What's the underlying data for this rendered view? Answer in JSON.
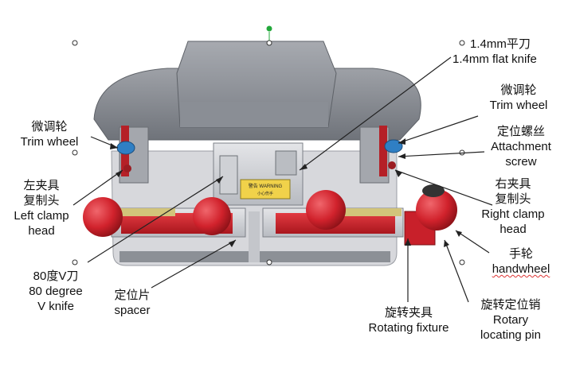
{
  "colors": {
    "body_grey": "#9a9da3",
    "dark_grey": "#6e7278",
    "steel": "#c9cbd0",
    "red_clamp": "#c8202a",
    "red_knob": "#d5262f",
    "leader": "#222222",
    "handle_green": "#22a83a"
  },
  "labels": {
    "flat_knife": {
      "zh": "1.4mm平刀",
      "en": "1.4mm flat knife"
    },
    "trim_wheel_left": {
      "zh": "微调轮",
      "en": "Trim wheel"
    },
    "trim_wheel_right": {
      "zh": "微调轮",
      "en": "Trim wheel"
    },
    "attachment_screw": {
      "zh": "定位螺丝",
      "en1": "Attachment",
      "en2": "screw"
    },
    "left_clamp": {
      "zh1": "左夹具",
      "zh2": "复制头",
      "en1": "Left clamp",
      "en2": "head"
    },
    "right_clamp": {
      "zh1": "右夹具",
      "zh2": "复制头",
      "en1": "Right clamp",
      "en2": "head"
    },
    "handwheel": {
      "zh": "手轮",
      "en": "handwheel"
    },
    "v_knife": {
      "zh": "80度V刀",
      "en1": "80 degree",
      "en2": "V knife"
    },
    "spacer": {
      "zh": "定位片",
      "en": "spacer"
    },
    "rotating_fixture": {
      "zh": "旋转夹具",
      "en": "Rotating fixture"
    },
    "rotary_pin": {
      "zh": "旋转定位销",
      "en1": "Rotary",
      "en2": "locating pin"
    }
  },
  "warning_plate": {
    "text1": "警告 WARNING",
    "text2": "小心伤手"
  }
}
